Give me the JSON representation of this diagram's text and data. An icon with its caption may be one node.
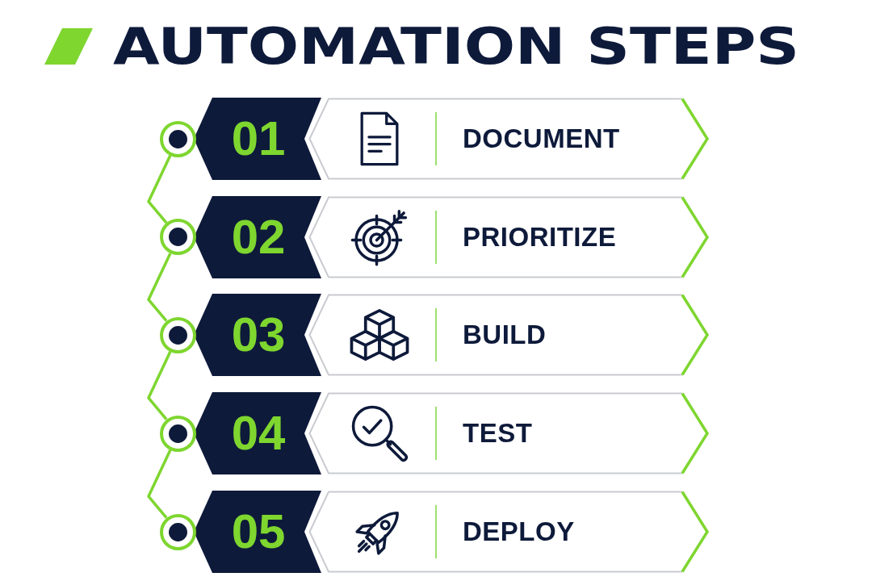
{
  "diagram": {
    "title": "AUTOMATION STEPS",
    "nodes": [
      {
        "text": [],
        "shape": "circle"
      },
      {
        "text": [
          "01"
        ]
      },
      {
        "text": [
          "DOCUMENT"
        ]
      },
      {
        "text": [],
        "shape": "circle"
      },
      {
        "text": [
          "02"
        ]
      },
      {
        "text": [
          "PRIORITIZE"
        ]
      },
      {
        "text": [],
        "shape": "circle"
      },
      {
        "text": [
          "03"
        ]
      },
      {
        "text": [
          "BUILD"
        ]
      },
      {
        "text": [],
        "shape": "circle"
      },
      {
        "text": [
          "04"
        ]
      },
      {
        "text": [
          "TEST"
        ]
      },
      {
        "text": [],
        "shape": "circle"
      },
      {
        "text": [
          "05"
        ]
      },
      {
        "text": [
          "DEPLOY"
        ]
      }
    ],
    "edges": [
      {
        "from": 0,
        "to": 3,
        "arrow": "none"
      },
      {
        "from": 3,
        "to": 6,
        "arrow": "none"
      },
      {
        "from": 6,
        "to": 9,
        "arrow": "none"
      },
      {
        "from": 9,
        "to": 12,
        "arrow": "none"
      }
    ]
  }
}
